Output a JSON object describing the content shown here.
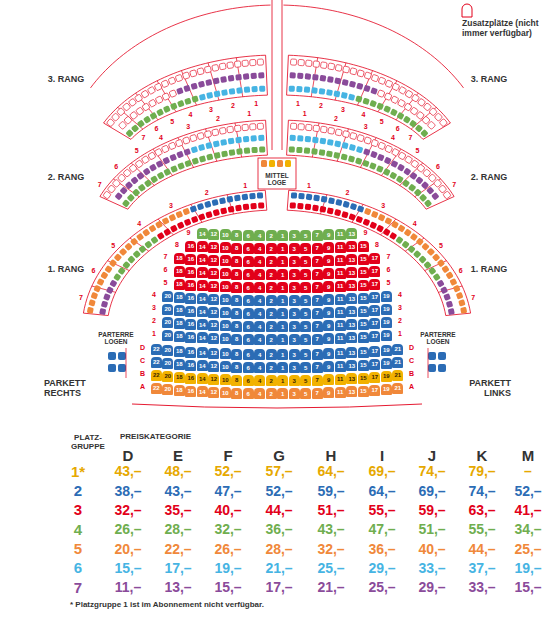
{
  "diagram": {
    "nodes": [
      {
        "text": [
          "14"
        ]
      },
      {
        "text": [
          "12"
        ]
      },
      {
        "text": [
          "10"
        ]
      },
      {
        "text": [
          "8"
        ]
      },
      {
        "text": [
          "6"
        ]
      },
      {
        "text": [
          "4"
        ]
      },
      {
        "text": [
          "2"
        ]
      },
      {
        "text": [
          "1"
        ]
      },
      {
        "text": [
          "3"
        ]
      },
      {
        "text": [
          "5"
        ]
      },
      {
        "text": [
          "7"
        ]
      },
      {
        "text": [
          "9"
        ]
      },
      {
        "text": [
          "11"
        ]
      },
      {
        "text": [
          "13"
        ]
      },
      {
        "text": [
          "16"
        ]
      },
      {
        "text": [
          "14"
        ]
      },
      {
        "text": [
          "12"
        ]
      },
      {
        "text": [
          "10"
        ]
      },
      {
        "text": [
          "8"
        ]
      },
      {
        "text": [
          "6"
        ]
      },
      {
        "text": [
          "4"
        ]
      },
      {
        "text": [
          "2"
        ]
      },
      {
        "text": [
          "1"
        ]
      },
      {
        "text": [
          "3"
        ]
      },
      {
        "text": [
          "5"
        ]
      },
      {
        "text": [
          "7"
        ]
      },
      {
        "text": [
          "9"
        ]
      },
      {
        "text": [
          "11"
        ]
      },
      {
        "text": [
          "13"
        ]
      },
      {
        "text": [
          "15"
        ]
      },
      {
        "text": [
          "18"
        ]
      },
      {
        "text": [
          "16"
        ]
      },
      {
        "text": [
          "14"
        ]
      },
      {
        "text": [
          "12"
        ]
      },
      {
        "text": [
          "10"
        ]
      },
      {
        "text": [
          "8"
        ]
      },
      {
        "text": [
          "6"
        ]
      },
      {
        "text": [
          "4"
        ]
      },
      {
        "text": [
          "2"
        ]
      },
      {
        "text": [
          "1"
        ]
      },
      {
        "text": [
          "3"
        ]
      },
      {
        "text": [
          "5"
        ]
      },
      {
        "text": [
          "7"
        ]
      },
      {
        "text": [
          "9"
        ]
      },
      {
        "text": [
          "11"
        ]
      },
      {
        "text": [
          "13"
        ]
      },
      {
        "text": [
          "15"
        ]
      },
      {
        "text": [
          "17"
        ]
      },
      {
        "text": [
          "18"
        ]
      },
      {
        "text": [
          "16"
        ]
      },
      {
        "text": [
          "14"
        ]
      },
      {
        "text": [
          "12"
        ]
      },
      {
        "text": [
          "10"
        ]
      },
      {
        "text": [
          "8"
        ]
      },
      {
        "text": [
          "6"
        ]
      },
      {
        "text": [
          "4"
        ]
      },
      {
        "text": [
          "2"
        ]
      },
      {
        "text": [
          "1"
        ]
      },
      {
        "text": [
          "3"
        ]
      },
      {
        "text": [
          "5"
        ]
      },
      {
        "text": [
          "7"
        ]
      },
      {
        "text": [
          "9"
        ]
      },
      {
        "text": [
          "11"
        ]
      },
      {
        "text": [
          "13"
        ]
      },
      {
        "text": [
          "15"
        ]
      },
      {
        "text": [
          "17"
        ]
      },
      {
        "text": [
          "18"
        ]
      },
      {
        "text": [
          "16"
        ]
      },
      {
        "text": [
          "14"
        ]
      },
      {
        "text": [
          "12"
        ]
      },
      {
        "text": [
          "10"
        ]
      },
      {
        "text": [
          "8"
        ]
      },
      {
        "text": [
          "6"
        ]
      },
      {
        "text": [
          "4"
        ]
      },
      {
        "text": [
          "2"
        ]
      },
      {
        "text": [
          "1"
        ]
      },
      {
        "text": [
          "3"
        ]
      },
      {
        "text": [
          "5"
        ]
      },
      {
        "text": [
          "7"
        ]
      },
      {
        "text": [
          "9"
        ]
      },
      {
        "text": [
          "11"
        ]
      },
      {
        "text": [
          "13"
        ]
      },
      {
        "text": [
          "15"
        ]
      },
      {
        "text": [
          "17"
        ]
      },
      {
        "text": [
          "20"
        ]
      },
      {
        "text": [
          "18"
        ]
      },
      {
        "text": [
          "16"
        ]
      },
      {
        "text": [
          "14"
        ]
      },
      {
        "text": [
          "12"
        ]
      },
      {
        "text": [
          "10"
        ]
      },
      {
        "text": [
          "8"
        ]
      },
      {
        "text": [
          "6"
        ]
      },
      {
        "text": [
          "4"
        ]
      },
      {
        "text": [
          "2"
        ]
      },
      {
        "text": [
          "1"
        ]
      },
      {
        "text": [
          "3"
        ]
      },
      {
        "text": [
          "5"
        ]
      },
      {
        "text": [
          "7"
        ]
      },
      {
        "text": [
          "9"
        ]
      },
      {
        "text": [
          "11"
        ]
      },
      {
        "text": [
          "13"
        ]
      },
      {
        "text": [
          "15"
        ]
      },
      {
        "text": [
          "17"
        ]
      },
      {
        "text": [
          "19"
        ]
      },
      {
        "text": [
          "20"
        ]
      },
      {
        "text": [
          "18"
        ]
      },
      {
        "text": [
          "16"
        ]
      },
      {
        "text": [
          "14"
        ]
      },
      {
        "text": [
          "12"
        ]
      },
      {
        "text": [
          "10"
        ]
      },
      {
        "text": [
          "8"
        ]
      },
      {
        "text": [
          "6"
        ]
      },
      {
        "text": [
          "4"
        ]
      },
      {
        "text": [
          "2"
        ]
      },
      {
        "text": [
          "1"
        ]
      },
      {
        "text": [
          "3"
        ]
      },
      {
        "text": [
          "5"
        ]
      },
      {
        "text": [
          "7"
        ]
      },
      {
        "text": [
          "9"
        ]
      },
      {
        "text": [
          "11"
        ]
      },
      {
        "text": [
          "13"
        ]
      },
      {
        "text": [
          "15"
        ]
      },
      {
        "text": [
          "17"
        ]
      },
      {
        "text": [
          "19"
        ]
      },
      {
        "text": [
          "20"
        ]
      },
      {
        "text": [
          "18"
        ]
      },
      {
        "text": [
          "16"
        ]
      },
      {
        "text": [
          "14"
        ]
      },
      {
        "text": [
          "12"
        ]
      },
      {
        "text": [
          "10"
        ]
      },
      {
        "text": [
          "8"
        ]
      },
      {
        "text": [
          "6"
        ]
      },
      {
        "text": [
          "4"
        ]
      },
      {
        "text": [
          "2"
        ]
      },
      {
        "text": [
          "1"
        ]
      },
      {
        "text": [
          "3"
        ]
      },
      {
        "text": [
          "5"
        ]
      },
      {
        "text": [
          "7"
        ]
      },
      {
        "text": [
          "9"
        ]
      },
      {
        "text": [
          "11"
        ]
      },
      {
        "text": [
          "13"
        ]
      },
      {
        "text": [
          "15"
        ]
      },
      {
        "text": [
          "17"
        ]
      },
      {
        "text": [
          "19"
        ]
      },
      {
        "text": [
          "20"
        ]
      },
      {
        "text": [
          "18"
        ]
      },
      {
        "text": [
          "16"
        ]
      },
      {
        "text": [
          "14"
        ]
      },
      {
        "text": [
          "12"
        ]
      },
      {
        "text": [
          "10"
        ]
      },
      {
        "text": [
          "8"
        ]
      },
      {
        "text": [
          "6"
        ]
      },
      {
        "text": [
          "4"
        ]
      },
      {
        "text": [
          "2"
        ]
      },
      {
        "text": [
          "1"
        ]
      },
      {
        "text": [
          "3"
        ]
      },
      {
        "text": [
          "5"
        ]
      },
      {
        "text": [
          "7"
        ]
      },
      {
        "text": [
          "9"
        ]
      },
      {
        "text": [
          "11"
        ]
      },
      {
        "text": [
          "13"
        ]
      },
      {
        "text": [
          "15"
        ]
      },
      {
        "text": [
          "17"
        ]
      },
      {
        "text": [
          "19"
        ]
      },
      {
        "text": [
          "22"
        ]
      },
      {
        "text": [
          "20"
        ]
      },
      {
        "text": [
          "18"
        ]
      },
      {
        "text": [
          "16"
        ]
      },
      {
        "text": [
          "14"
        ]
      },
      {
        "text": [
          "12"
        ]
      },
      {
        "text": [
          "10"
        ]
      },
      {
        "text": [
          "8"
        ]
      },
      {
        "text": [
          "6"
        ]
      },
      {
        "text": [
          "4"
        ]
      },
      {
        "text": [
          "2"
        ]
      },
      {
        "text": [
          "1"
        ]
      },
      {
        "text": [
          "3"
        ]
      },
      {
        "text": [
          "5"
        ]
      },
      {
        "text": [
          "7"
        ]
      },
      {
        "text": [
          "9"
        ]
      },
      {
        "text": [
          "11"
        ]
      },
      {
        "text": [
          "13"
        ]
      },
      {
        "text": [
          "15"
        ]
      },
      {
        "text": [
          "17"
        ]
      },
      {
        "text": [
          "19"
        ]
      },
      {
        "text": [
          "21"
        ]
      },
      {
        "text": [
          "22"
        ]
      },
      {
        "text": [
          "20"
        ]
      },
      {
        "text": [
          "18"
        ]
      },
      {
        "text": [
          "16"
        ]
      },
      {
        "text": [
          "14"
        ]
      },
      {
        "text": [
          "12"
        ]
      },
      {
        "text": [
          "10"
        ]
      },
      {
        "text": [
          "8"
        ]
      },
      {
        "text": [
          "6"
        ]
      },
      {
        "text": [
          "4"
        ]
      },
      {
        "text": [
          "2"
        ]
      },
      {
        "text": [
          "1"
        ]
      },
      {
        "text": [
          "3"
        ]
      },
      {
        "text": [
          "5"
        ]
      },
      {
        "text": [
          "7"
        ]
      },
      {
        "text": [
          "9"
        ]
      },
      {
        "text": [
          "11"
        ]
      },
      {
        "text": [
          "13"
        ]
      },
      {
        "text": [
          "15"
        ]
      },
      {
        "text": [
          "17"
        ]
      },
      {
        "text": [
          "19"
        ]
      },
      {
        "text": [
          "21"
        ]
      },
      {
        "text": [
          "22"
        ]
      },
      {
        "text": [
          "20"
        ]
      },
      {
        "text": [
          "18"
        ]
      },
      {
        "text": [
          "16"
        ]
      },
      {
        "text": [
          "14"
        ]
      },
      {
        "text": [
          "12"
        ]
      },
      {
        "text": [
          "10"
        ]
      },
      {
        "text": [
          "8"
        ]
      },
      {
        "text": [
          "6"
        ]
      },
      {
        "text": [
          "4"
        ]
      },
      {
        "text": [
          "2"
        ]
      },
      {
        "text": [
          "1"
        ]
      },
      {
        "text": [
          "3"
        ]
      },
      {
        "text": [
          "5"
        ]
      },
      {
        "text": [
          "7"
        ]
      },
      {
        "text": [
          "9"
        ]
      },
      {
        "text": [
          "11"
        ]
      },
      {
        "text": [
          "13"
        ]
      },
      {
        "text": [
          "15"
        ]
      },
      {
        "text": [
          "17"
        ]
      },
      {
        "text": [
          "19"
        ]
      },
      {
        "text": [
          "21"
        ]
      },
      {
        "text": [
          "22"
        ]
      },
      {
        "text": [
          "20"
        ]
      },
      {
        "text": [
          "18"
        ]
      },
      {
        "text": [
          "16"
        ]
      },
      {
        "text": [
          "14"
        ]
      },
      {
        "text": [
          "12"
        ]
      },
      {
        "text": [
          "10"
        ]
      },
      {
        "text": [
          "8"
        ]
      },
      {
        "text": [
          "6"
        ]
      },
      {
        "text": [
          "4"
        ]
      },
      {
        "text": [
          "2"
        ]
      },
      {
        "text": [
          "1"
        ]
      },
      {
        "text": [
          "3"
        ]
      },
      {
        "text": [
          "5"
        ]
      },
      {
        "text": [
          "7"
        ]
      },
      {
        "text": [
          "9"
        ]
      },
      {
        "text": [
          "11"
        ]
      },
      {
        "text": [
          "13"
        ]
      },
      {
        "text": [
          "15"
        ]
      },
      {
        "text": [
          "17"
        ]
      },
      {
        "text": [
          "19"
        ]
      },
      {
        "text": [
          "21"
        ]
      }
    ],
    "labels": [
      "3. RANG",
      "3. RANG",
      "2. RANG",
      "2. RANG",
      "1. RANG",
      "1. RANG",
      "PARKETT RECHTS",
      "PARKETT LINKS",
      "PARTERRE LOGEN",
      "PARTERRE LOGEN",
      "MITTEL LOGE",
      "7",
      "6",
      "5",
      "4",
      "3",
      "2",
      "1",
      "1",
      "2",
      "3",
      "4",
      "5",
      "6",
      "7",
      "7",
      "6",
      "5",
      "4",
      "3",
      "2",
      "1",
      "1",
      "2",
      "3",
      "4",
      "5",
      "6",
      "7",
      "7",
      "6",
      "5",
      "4",
      "3",
      "2",
      "1",
      "1",
      "2",
      "3",
      "4",
      "5",
      "6",
      "7",
      "9",
      "8",
      "7",
      "6",
      "5",
      "4",
      "3",
      "2",
      "1",
      "D",
      "C",
      "B",
      "A",
      "9",
      "8",
      "7",
      "6",
      "5",
      "4",
      "3",
      "2",
      "1",
      "D",
      "C",
      "B",
      "A",
      "PLATZ- GRUPPE",
      "PREISKATEGORIE",
      "D",
      "E",
      "F",
      "G",
      "H",
      "I",
      "J",
      "K",
      "M",
      "1*",
      "43,–",
      "48,–",
      "52,–",
      "57,–",
      "64,–",
      "69,–",
      "74,–",
      "79,–",
      "–",
      "2",
      "38,–",
      "43,–",
      "47,–",
      "52,–",
      "59,–",
      "64,–",
      "69,–",
      "74,–",
      "52,–",
      "3",
      "32,–",
      "35,–",
      "40,–",
      "44,–",
      "51,–",
      "55,–",
      "59,–",
      "63,–",
      "41,–",
      "4",
      "26,–",
      "28,–",
      "32,–",
      "36,–",
      "43,–",
      "47,–",
      "51,–",
      "55,–",
      "34,–",
      "5",
      "20,–",
      "22,–",
      "26,–",
      "28,–",
      "32,–",
      "36,–",
      "40,–",
      "44,–",
      "25,–",
      "6",
      "15,–",
      "17,–",
      "19,–",
      "21,–",
      "25,–",
      "29,–",
      "33,–",
      "37,–",
      "19,–",
      "7",
      "11,–",
      "13,–",
      "15,–",
      "17,–",
      "21,–",
      "25,–",
      "29,–",
      "33,–",
      "15,–",
      "* Platzgruppe 1 ist im Abonnement nicht verfügbar."
    ],
    "legend": [
      {
        "text": "Zusatzplätze (nicht immer verfügbar)"
      }
    ]
  }
}
